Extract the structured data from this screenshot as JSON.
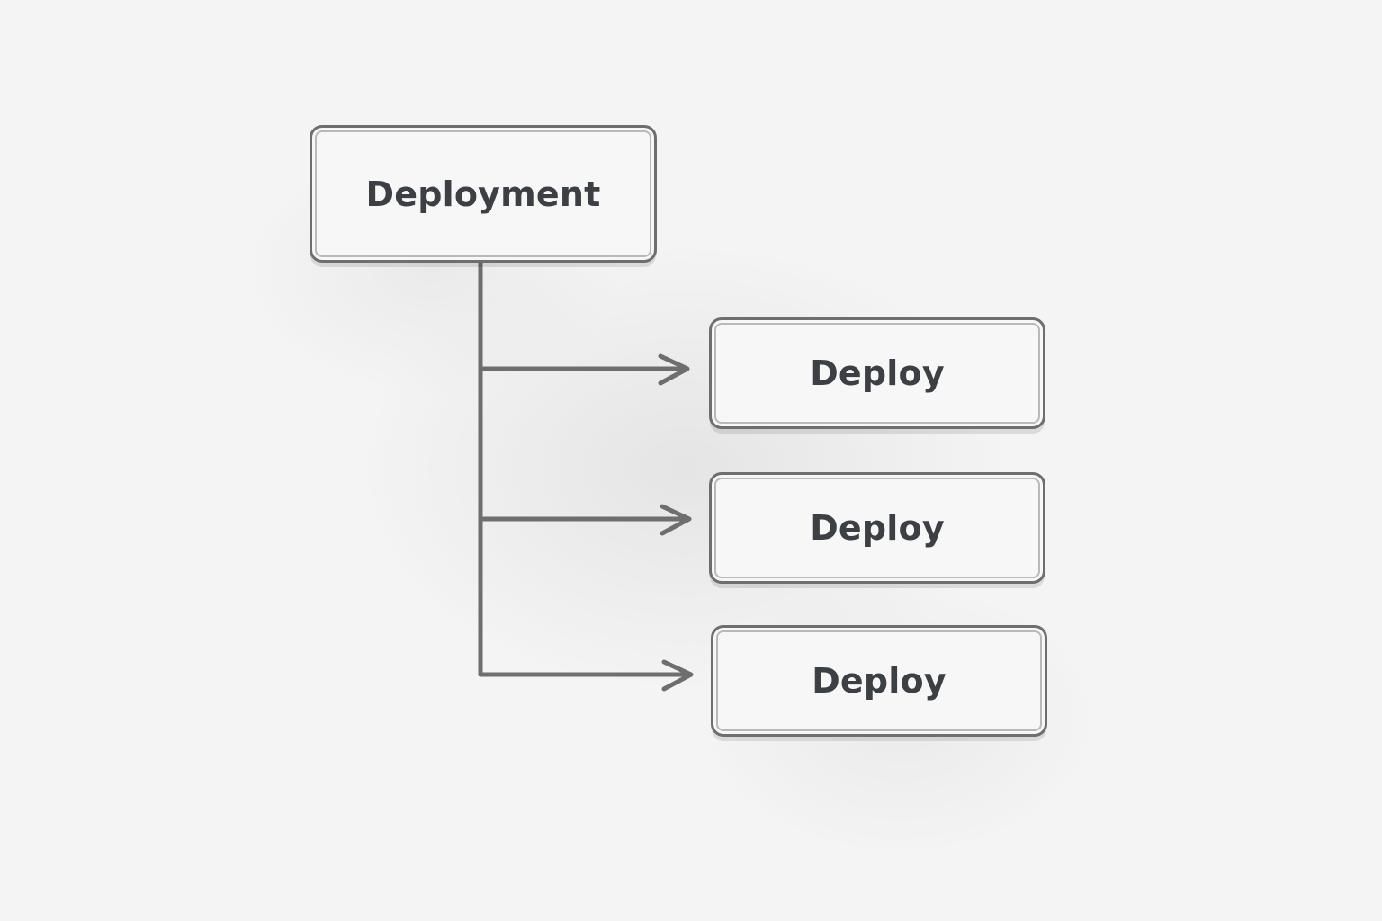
{
  "diagram": {
    "root": {
      "label": "Deployment"
    },
    "children": [
      {
        "label": "Deploy"
      },
      {
        "label": "Deploy"
      },
      {
        "label": "Deploy"
      }
    ]
  },
  "colors": {
    "stroke": "#6e6e6e",
    "text": "#3c3f44",
    "box_fill": "#f7f7f7",
    "background": "#f3f3f3"
  }
}
